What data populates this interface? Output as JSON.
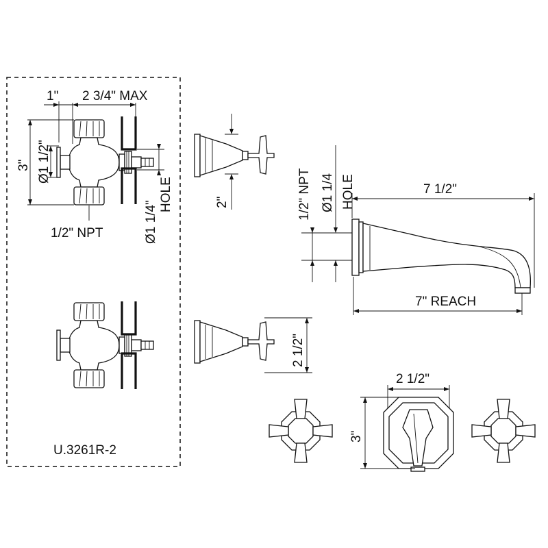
{
  "labels": {
    "rough_width": "2 3/4\" MAX",
    "offset_1": "1\"",
    "body_height": "3\"",
    "connection_dia": "Ø1 1/2\"",
    "inlet_npt": "1/2\" NPT",
    "valve_hole_dia": "Ø1 1/4\"",
    "valve_hole_word": "HOLE",
    "handle_depth": "2\"",
    "spout_npt": "1/2\" NPT",
    "spout_hole_dia": "Ø1 1/4",
    "spout_hole_word": "HOLE",
    "spout_length": "7 1/2\"",
    "spout_reach": "7\" REACH",
    "handle_projection": "2 1/2\"",
    "escutcheon_width": "2 1/2\"",
    "escutcheon_height": "3\"",
    "model_number": "U.3261R-2"
  }
}
